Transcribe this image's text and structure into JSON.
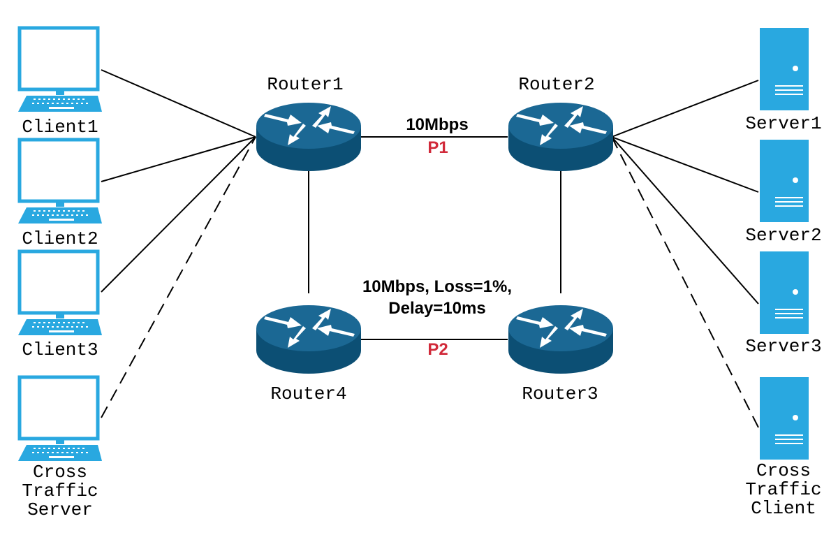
{
  "colors": {
    "device_blue": "#29a8e0",
    "router_top": "#1b6894",
    "router_body": "#0c4f74",
    "path_label": "#d12a3a",
    "link": "#000000"
  },
  "clients": [
    {
      "label": "Client1"
    },
    {
      "label": "Client2"
    },
    {
      "label": "Client3"
    }
  ],
  "cross_traffic_server": {
    "lines": [
      "Cross",
      "Traffic",
      "Server"
    ]
  },
  "servers": [
    {
      "label": "Server1"
    },
    {
      "label": "Server2"
    },
    {
      "label": "Server3"
    }
  ],
  "cross_traffic_client": {
    "lines": [
      "Cross",
      "Traffic",
      "Client"
    ]
  },
  "routers": {
    "r1": "Router1",
    "r2": "Router2",
    "r3": "Router3",
    "r4": "Router4"
  },
  "links": {
    "p1": {
      "bandwidth": "10Mbps",
      "name": "P1"
    },
    "p2": {
      "line1": "10Mbps, Loss=1%,",
      "line2": "Delay=10ms",
      "name": "P2"
    }
  },
  "icons": {
    "laptop": "laptop-icon",
    "server": "server-icon",
    "router": "router-icon"
  }
}
